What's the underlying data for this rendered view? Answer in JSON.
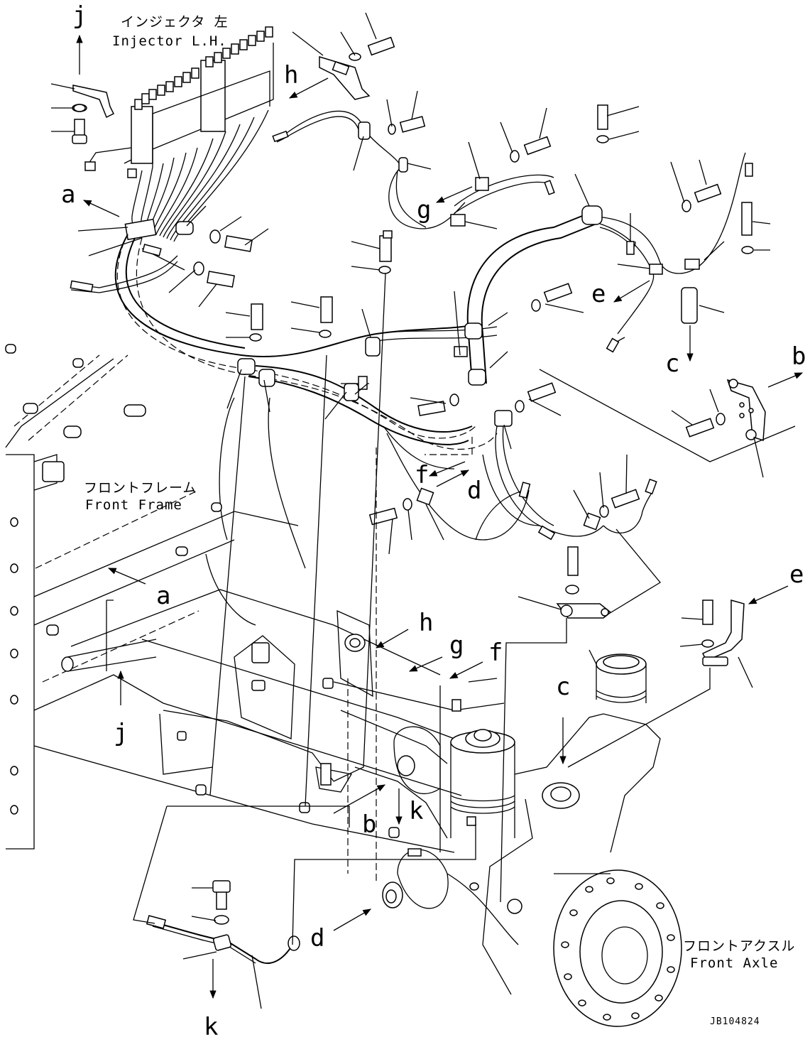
{
  "title": {
    "injector_jp": "インジェクタ 左",
    "injector_en": "Injector L.H.",
    "front_frame_jp": "フロントフレーム",
    "front_frame_en": "Front Frame",
    "front_axle_jp": "フロントアクスル",
    "front_axle_en": "Front Axle"
  },
  "reference_code": "JB104824",
  "callouts": {
    "a1": "a",
    "a2": "a",
    "b1": "b",
    "b2": "b",
    "c1": "c",
    "c2": "c",
    "d1": "d",
    "d2": "d",
    "e1": "e",
    "e2": "e",
    "f1": "f",
    "f2": "f",
    "g1": "g",
    "g2": "g",
    "h1": "h",
    "h2": "h",
    "j1": "j",
    "j2": "j",
    "k1": "k",
    "k2": "k"
  }
}
